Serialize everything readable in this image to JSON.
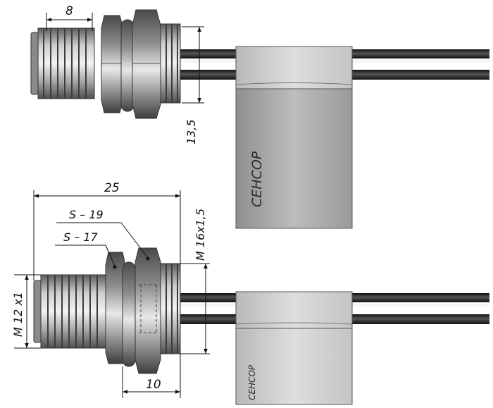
{
  "dimensions": {
    "top_thread_length": "8",
    "top_height": "13,5",
    "total_length": "25",
    "wrench_large": "S – 19",
    "wrench_small": "S – 17",
    "thread_mount": "M 16x1,5",
    "thread_connector": "M 12 x1",
    "nut_length": "10"
  },
  "labels": {
    "brand_top": "СЕНСОР",
    "brand_bottom": "СЕНСОР"
  }
}
